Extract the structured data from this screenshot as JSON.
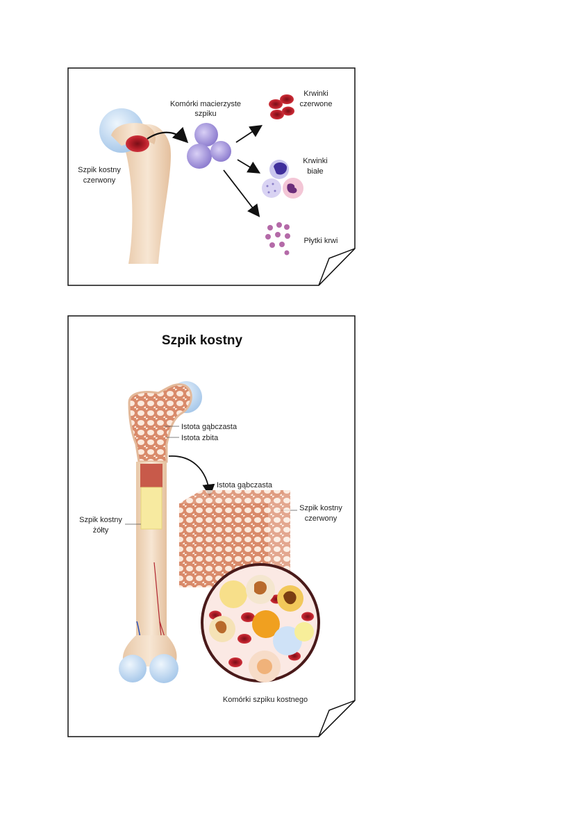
{
  "panel1": {
    "labels": {
      "stem_cells_line1": "Komórki macierzyste",
      "stem_cells_line2": "szpiku",
      "red_marrow_line1": "Szpik kostny",
      "red_marrow_line2": "czerwony",
      "rbc_line1": "Krwinki",
      "rbc_line2": "czerwone",
      "wbc_line1": "Krwinki",
      "wbc_line2": "białe",
      "platelets": "Płytki krwi"
    }
  },
  "panel2": {
    "title": "Szpik kostny",
    "labels": {
      "spongy": "Istota gąbczasta",
      "compact": "Istota zbita",
      "spongy_block": "Istota gąbczasta",
      "red_marrow_line1": "Szpik kostny",
      "red_marrow_line2": "czerwony",
      "yellow_marrow_line1": "Szpik kostny",
      "yellow_marrow_line2": "żółty",
      "marrow_cells": "Komórki szpiku kostnego"
    }
  },
  "colors": {
    "bone": "#f3dcc3",
    "cartilage": "#cfe3f5",
    "red_marrow": "#8a1e2a",
    "rbc": "#c0262f",
    "stem_cell": "#9b8ad6",
    "yellow_marrow": "#f7eaa0"
  }
}
